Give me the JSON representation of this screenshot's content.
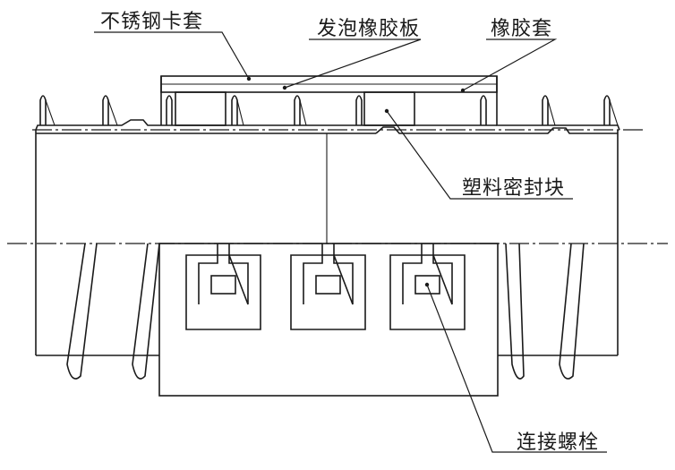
{
  "labels": {
    "stainless_clamp": "不锈钢卡套",
    "foam_rubber_board": "发泡橡胶板",
    "rubber_sleeve": "橡胶套",
    "plastic_seal_block": "塑料密封块",
    "connecting_bolt": "连接螺栓"
  }
}
